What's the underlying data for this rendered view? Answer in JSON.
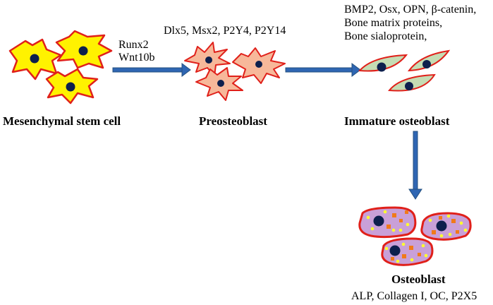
{
  "stages": {
    "msc": "Mesenchymal stem cell",
    "preosteoblast": "Preosteoblast",
    "immature": "Immature osteoblast",
    "osteoblast": "Osteoblast"
  },
  "factors": {
    "msc_to_pre": [
      "Runx2",
      "Wnt10b"
    ],
    "pre": "Dlx5, Msx2, P2Y4, P2Y14",
    "immature": [
      "BMP2, Osx, OPN, β-catenin,",
      "Bone matrix proteins,",
      "Bone sialoprotein,"
    ],
    "osteoblast": "ALP, Collagen I, OC, P2X5"
  },
  "colors": {
    "membrane": "#e0201a",
    "nucleus": "#0d1f4d",
    "msc_cytoplasm": "#fff200",
    "pre_cytoplasm": "#f7b89a",
    "immature_cytoplasm": "#c5dcb4",
    "osteoblast_cytoplasm": "#c9a0d8",
    "osteoblast_dot_yellow": "#ffff30",
    "osteoblast_dot_orange": "#f07a1a",
    "arrow": "#2f66b3"
  }
}
